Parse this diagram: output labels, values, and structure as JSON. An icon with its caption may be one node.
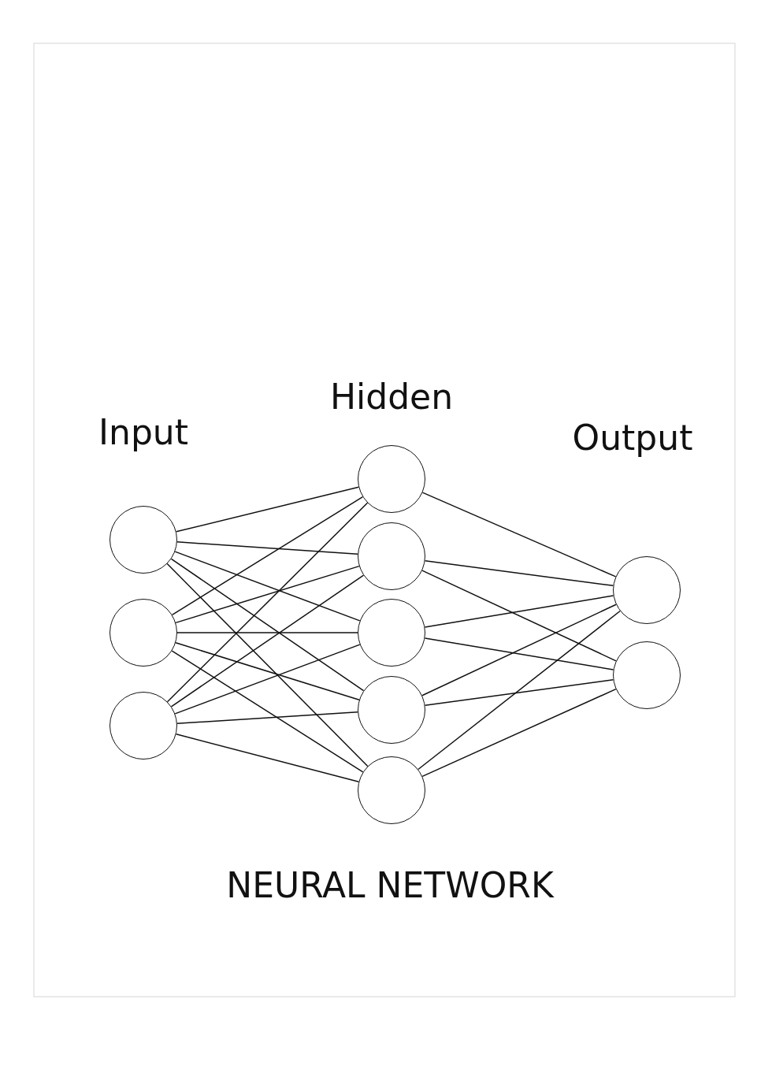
{
  "diagram": {
    "title": "NEURAL NETWORK",
    "nodes": [
      {
        "text": [],
        "shape": "circle"
      },
      {
        "text": [],
        "shape": "circle"
      },
      {
        "text": [],
        "shape": "circle"
      },
      {
        "text": [],
        "shape": "circle"
      },
      {
        "text": [],
        "shape": "circle"
      },
      {
        "text": [],
        "shape": "circle"
      },
      {
        "text": [],
        "shape": "circle"
      },
      {
        "text": [],
        "shape": "circle"
      },
      {
        "text": [],
        "shape": "circle"
      },
      {
        "text": [],
        "shape": "circle"
      }
    ],
    "edges": [
      {
        "from": 0,
        "to": 3,
        "arrow": "none"
      },
      {
        "from": 0,
        "to": 4,
        "arrow": "none"
      },
      {
        "from": 0,
        "to": 5,
        "arrow": "none"
      },
      {
        "from": 0,
        "to": 6,
        "arrow": "none"
      },
      {
        "from": 0,
        "to": 7,
        "arrow": "none"
      },
      {
        "from": 1,
        "to": 3,
        "arrow": "none"
      },
      {
        "from": 1,
        "to": 4,
        "arrow": "none"
      },
      {
        "from": 1,
        "to": 5,
        "arrow": "none"
      },
      {
        "from": 1,
        "to": 6,
        "arrow": "none"
      },
      {
        "from": 1,
        "to": 7,
        "arrow": "none"
      },
      {
        "from": 2,
        "to": 3,
        "arrow": "none"
      },
      {
        "from": 2,
        "to": 4,
        "arrow": "none"
      },
      {
        "from": 2,
        "to": 5,
        "arrow": "none"
      },
      {
        "from": 2,
        "to": 6,
        "arrow": "none"
      },
      {
        "from": 2,
        "to": 7,
        "arrow": "none"
      },
      {
        "from": 3,
        "to": 8,
        "arrow": "none"
      },
      {
        "from": 4,
        "to": 8,
        "arrow": "none"
      },
      {
        "from": 4,
        "to": 9,
        "arrow": "none"
      },
      {
        "from": 5,
        "to": 8,
        "arrow": "none"
      },
      {
        "from": 5,
        "to": 9,
        "arrow": "none"
      },
      {
        "from": 6,
        "to": 8,
        "arrow": "none"
      },
      {
        "from": 6,
        "to": 9,
        "arrow": "none"
      },
      {
        "from": 7,
        "to": 8,
        "arrow": "none"
      },
      {
        "from": 7,
        "to": 9,
        "arrow": "none"
      }
    ],
    "labels": [
      "Hidden",
      "Input",
      "Output"
    ]
  }
}
